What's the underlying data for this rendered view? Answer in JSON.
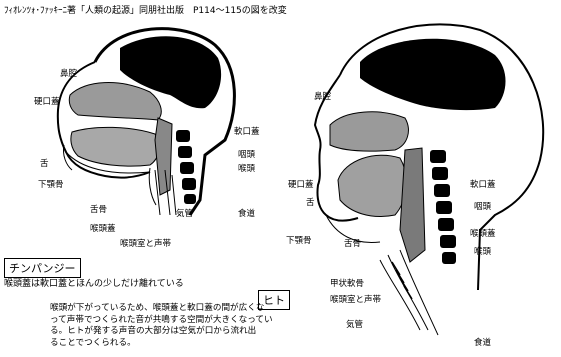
{
  "header": "ﾌｨｵﾚﾝﾂｫ･ﾌｧｯｷｰﾆ著「人類の起源」同朋社出版　P114～115の図を改変",
  "chimp": {
    "labels": {
      "nasal": "鼻腔",
      "hard_palate": "硬口蓋",
      "tongue": "舌",
      "mandible": "下顎骨",
      "soft_palate": "軟口蓋",
      "pharynx": "咽頭",
      "larynx": "喉頭",
      "hyoid": "舌骨",
      "epiglottis": "喉頭蓋",
      "trachea": "気管",
      "esophagus": "食道",
      "vocal": "喉頭室と声帯"
    },
    "box_label": "チンパンジー",
    "note": "喉頭蓋は軟口蓋とほんの少しだけ離れている"
  },
  "human": {
    "labels": {
      "nasal": "鼻腔",
      "hard_palate": "硬口蓋",
      "tongue": "舌",
      "soft_palate": "軟口蓋",
      "pharynx": "咽頭",
      "epiglottis": "喉頭蓋",
      "larynx": "喉頭",
      "mandible": "下顎骨",
      "hyoid": "舌骨",
      "thyroid": "甲状軟骨",
      "vocal": "喉頭室と声帯",
      "trachea": "気管",
      "esophagus": "食道"
    },
    "box_label": "ヒト"
  },
  "paragraph": [
    "喉頭が下がっているため、喉頭蓋と軟口蓋の間が広くな",
    "って声帯でつくられた音が共鳴する空間が大きくなってい",
    "る。ヒトが発する声音の大部分は空気が口から流れ出",
    "ることでつくられる。"
  ]
}
